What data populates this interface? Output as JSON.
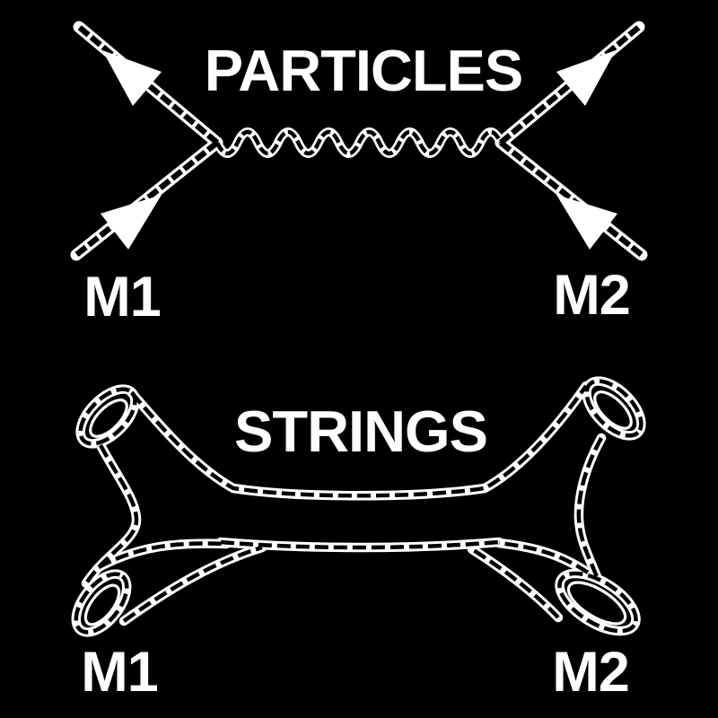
{
  "colors": {
    "background": "#000000",
    "ink": "#ffffff"
  },
  "particles_section": {
    "title": "PARTICLES",
    "label_left": "M1",
    "label_right": "M2",
    "icons": [
      "feynman-scattering-diagram",
      "wavy-exchange-line",
      "arrowhead"
    ]
  },
  "strings_section": {
    "title": "STRINGS",
    "label_left": "M1",
    "label_right": "M2",
    "icons": [
      "string-worldsheet-diagram",
      "tube-opening"
    ]
  }
}
